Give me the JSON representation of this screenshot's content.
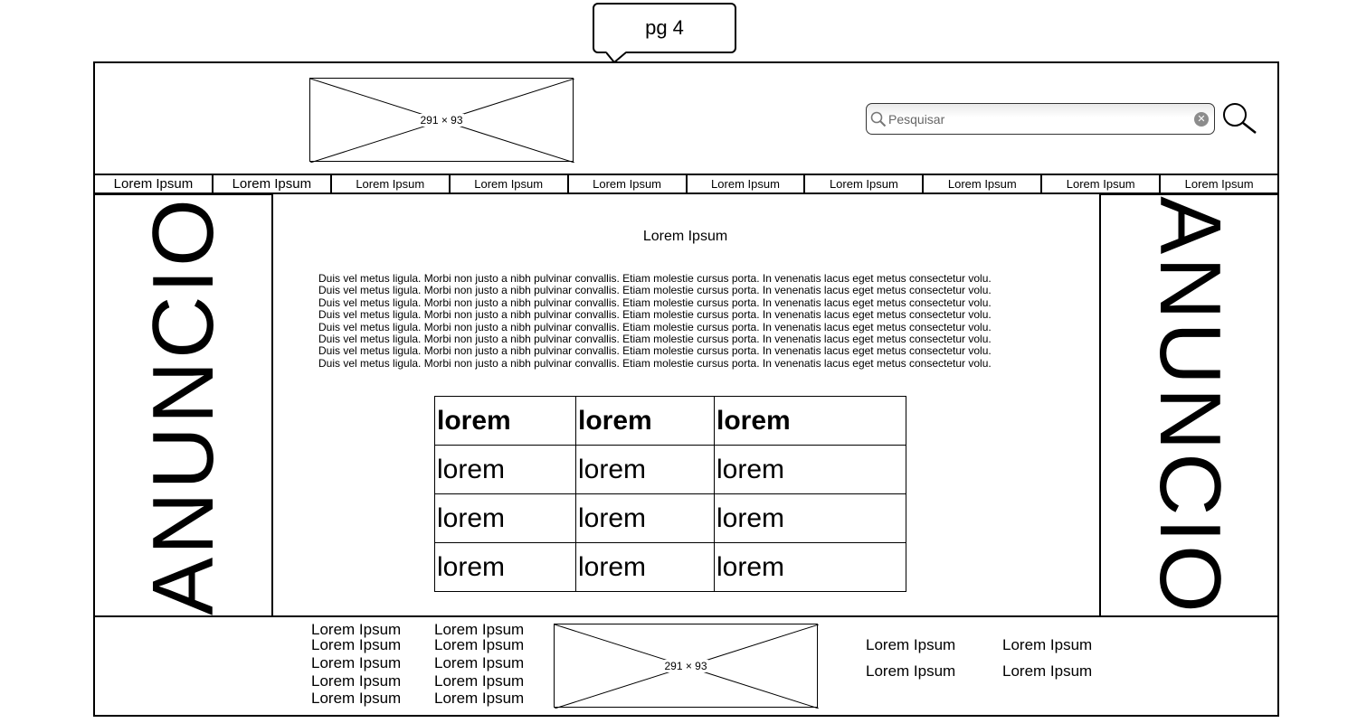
{
  "bubble": {
    "label": "pg 4"
  },
  "header": {
    "logo_placeholder": "291 × 93",
    "search": {
      "placeholder": "Pesquisar"
    }
  },
  "nav": {
    "items": [
      "Lorem Ipsum",
      "Lorem Ipsum",
      "Lorem Ipsum",
      "Lorem Ipsum",
      "Lorem Ipsum",
      "Lorem Ipsum",
      "Lorem Ipsum",
      "Lorem Ipsum",
      "Lorem Ipsum",
      "Lorem Ipsum"
    ]
  },
  "ads": {
    "left": "ANUNCIO",
    "right": "ANUNCIO"
  },
  "main": {
    "title": "Lorem Ipsum",
    "paragraph_lines": [
      "Duis vel metus ligula. Morbi non justo a nibh pulvinar convallis. Etiam molestie cursus porta. In venenatis lacus eget metus consectetur volu.",
      "Duis vel metus ligula. Morbi non justo a nibh pulvinar convallis. Etiam molestie cursus porta. In venenatis lacus eget metus consectetur volu.",
      "Duis vel metus ligula. Morbi non justo a nibh pulvinar convallis. Etiam molestie cursus porta. In venenatis lacus eget metus consectetur volu.",
      "Duis vel metus ligula. Morbi non justo a nibh pulvinar convallis. Etiam molestie cursus porta. In venenatis lacus eget metus consectetur volu.",
      "Duis vel metus ligula. Morbi non justo a nibh pulvinar convallis. Etiam molestie cursus porta. In venenatis lacus eget metus consectetur volu.",
      "Duis vel metus ligula. Morbi non justo a nibh pulvinar convallis. Etiam molestie cursus porta. In venenatis lacus eget metus consectetur volu.",
      "Duis vel metus ligula. Morbi non justo a nibh pulvinar convallis. Etiam molestie cursus porta. In venenatis lacus eget metus consectetur volu.",
      "Duis vel metus ligula. Morbi non justo a nibh pulvinar convallis. Etiam molestie cursus porta. In venenatis lacus eget metus consectetur volu."
    ],
    "table": {
      "headers": [
        "lorem",
        "lorem",
        "lorem"
      ],
      "rows": [
        [
          "lorem",
          "lorem",
          "lorem"
        ],
        [
          "lorem",
          "lorem",
          "lorem"
        ],
        [
          "lorem",
          "lorem",
          "lorem"
        ]
      ]
    }
  },
  "footer": {
    "col1": [
      "Lorem Ipsum",
      "Lorem Ipsum",
      "Lorem Ipsum",
      "Lorem Ipsum",
      "Lorem Ipsum"
    ],
    "col2": [
      "Lorem Ipsum",
      "Lorem Ipsum",
      "Lorem Ipsum",
      "Lorem Ipsum",
      "Lorem Ipsum"
    ],
    "image_placeholder": "291 × 93",
    "right_links": [
      "Lorem Ipsum",
      "Lorem Ipsum",
      "Lorem Ipsum",
      "Lorem Ipsum"
    ]
  },
  "icons": [
    "search-icon",
    "clear-icon",
    "image-placeholder-icon"
  ]
}
